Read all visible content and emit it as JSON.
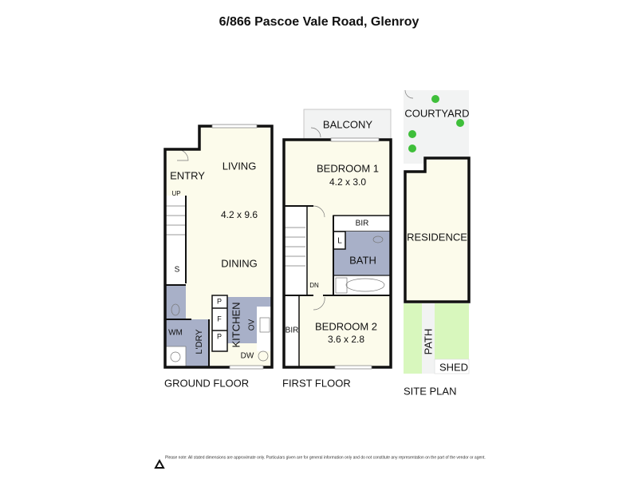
{
  "title": "6/866 Pascoe Vale Road, Glenroy",
  "colors": {
    "floor": "#fcfbeb",
    "wet": "#a8b0c8",
    "balcony": "#f2f3f3",
    "lawn": "#d8f7bd",
    "tree": "#3fbf3a",
    "wall": "#111111"
  },
  "ground_floor": {
    "caption": "GROUND FLOOR",
    "rooms": {
      "entry": "ENTRY",
      "living": "LIVING",
      "living_size": "4.2 x 9.6",
      "dining": "DINING",
      "kitchen": "KITCHEN",
      "oven": "OV",
      "dishwasher": "DW",
      "laundry": "L'DRY",
      "washing_machine": "WM",
      "storage": "S",
      "pantry1": "P",
      "fridge": "F",
      "pantry2": "P",
      "stairs": "UP"
    }
  },
  "first_floor": {
    "caption": "FIRST FLOOR",
    "rooms": {
      "balcony": "BALCONY",
      "bedroom1": "BEDROOM 1",
      "bedroom1_size": "4.2 x 3.0",
      "bir1": "BIR",
      "linen": "L",
      "bath": "BATH",
      "stairs": "DN",
      "bir2": "BIR",
      "bedroom2": "BEDROOM 2",
      "bedroom2_size": "3.6 x 2.8"
    }
  },
  "site_plan": {
    "caption": "SITE PLAN",
    "areas": {
      "courtyard": "COURTYARD",
      "residence": "RESIDENCE",
      "path": "PATH",
      "shed": "SHED"
    }
  },
  "disclaimer": "Please note: All stated dimensions are approximate only. Particulars given are for general information only and do not constitute any representation on the part of the vendor or agent."
}
